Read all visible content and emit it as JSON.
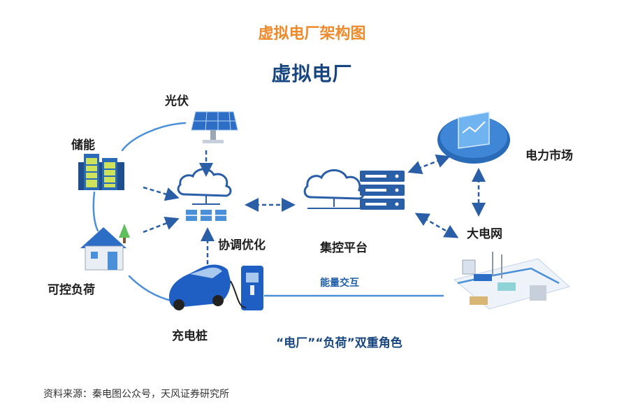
{
  "title": "虚拟电厂架构图",
  "subtitle": "虚拟电厂",
  "nodes": {
    "pv": "光伏",
    "storage": "储能",
    "controllable_load": "可控负荷",
    "charging_pile": "充电桩",
    "coordination": "协调优化",
    "platform": "集控平台",
    "power_market": "电力市场",
    "grid": "大电网"
  },
  "energy_exchange": "能量交互",
  "dual_role": "“电厂”“负荷”双重角色",
  "source": "资料来源：秦电图公众号，天风证券研究所",
  "colors": {
    "title": "#ef8a2c",
    "subtitle": "#17457f",
    "arrow": "#2a5ea6",
    "line": "#4a90d9"
  }
}
